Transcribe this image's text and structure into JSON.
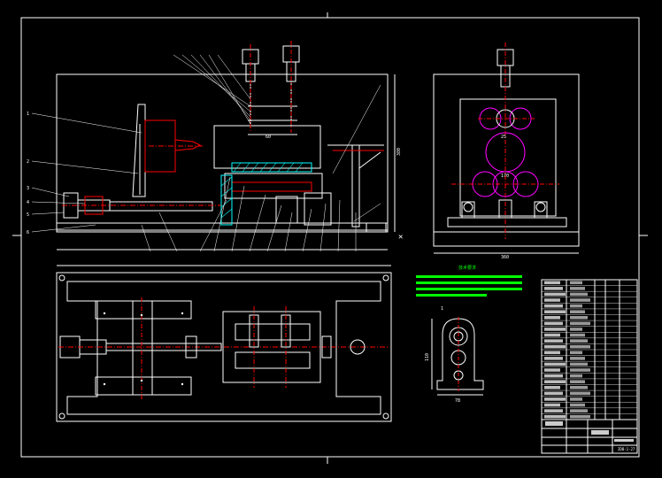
{
  "drawing": {
    "dimensions": {
      "front_height": "380",
      "side_width": "360",
      "front_top_center": "60",
      "side_center": "25",
      "side_inner": "170",
      "detail_width": "78",
      "detail_height": "110"
    },
    "tech_requirements": {
      "title": "技术要求",
      "marker": "1"
    },
    "part_labels_left": [
      "1",
      "2",
      "3",
      "4",
      "5",
      "6"
    ],
    "title_block": {
      "drawing_no": "ZDB-1-27",
      "part_rows": 24
    }
  },
  "colors": {
    "background": "#000000",
    "lines": "#ffffff",
    "parts": "#ff0000",
    "hatch": "#00ffff",
    "tech_bars": "#00ff00",
    "accent": "#ff00ff",
    "yellow": "#ffff00"
  }
}
